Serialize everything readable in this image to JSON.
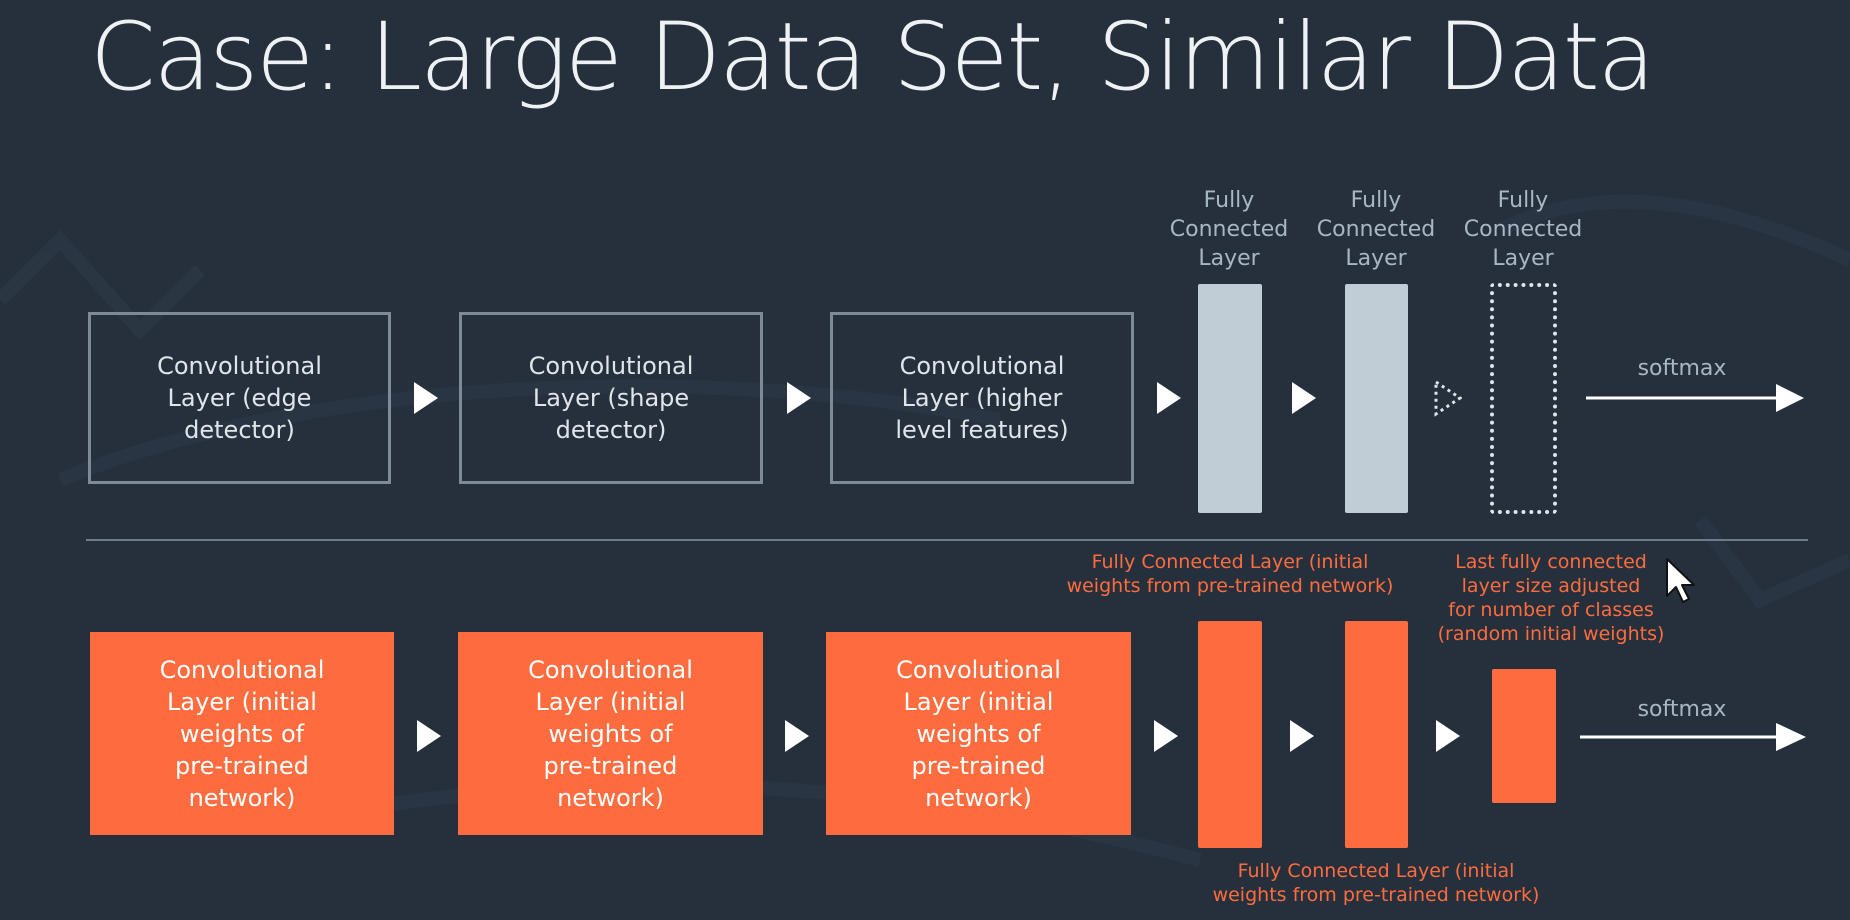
{
  "slide": {
    "title": "Case: Large Data Set, Similar Data"
  },
  "top_row": {
    "conv_layers": [
      {
        "label": "Convolutional\nLayer (edge\ndetector)"
      },
      {
        "label": "Convolutional\nLayer (shape\ndetector)"
      },
      {
        "label": "Convolutional\nLayer (higher\nlevel features)"
      }
    ],
    "fc_layers": [
      {
        "label": "Fully\nConnected\nLayer"
      },
      {
        "label": "Fully\nConnected\nLayer"
      },
      {
        "label": "Fully\nConnected\nLayer"
      }
    ],
    "softmax_label": "softmax"
  },
  "bottom_row": {
    "conv_layers": [
      {
        "label": "Convolutional\nLayer (initial\nweights of\npre-trained\nnetwork)"
      },
      {
        "label": "Convolutional\nLayer (initial\nweights of\npre-trained\nnetwork)"
      },
      {
        "label": "Convolutional\nLayer (initial\nweights of\npre-trained\nnetwork)"
      }
    ],
    "fc_note_top": "Fully Connected Layer (initial\nweights from pre-trained network)",
    "last_layer_note": "Last fully connected\nlayer size adjusted\nfor number of classes\n(random initial weights)",
    "fc_note_bottom": "Fully Connected Layer (initial\nweights from pre-trained network)",
    "softmax_label": "softmax"
  },
  "colors": {
    "background": "#25303c",
    "accent_orange": "#fd6c3e",
    "box_outline": "#7e8a95",
    "fc_bar": "#c1cdd6",
    "muted_text": "#a9b7c3"
  }
}
